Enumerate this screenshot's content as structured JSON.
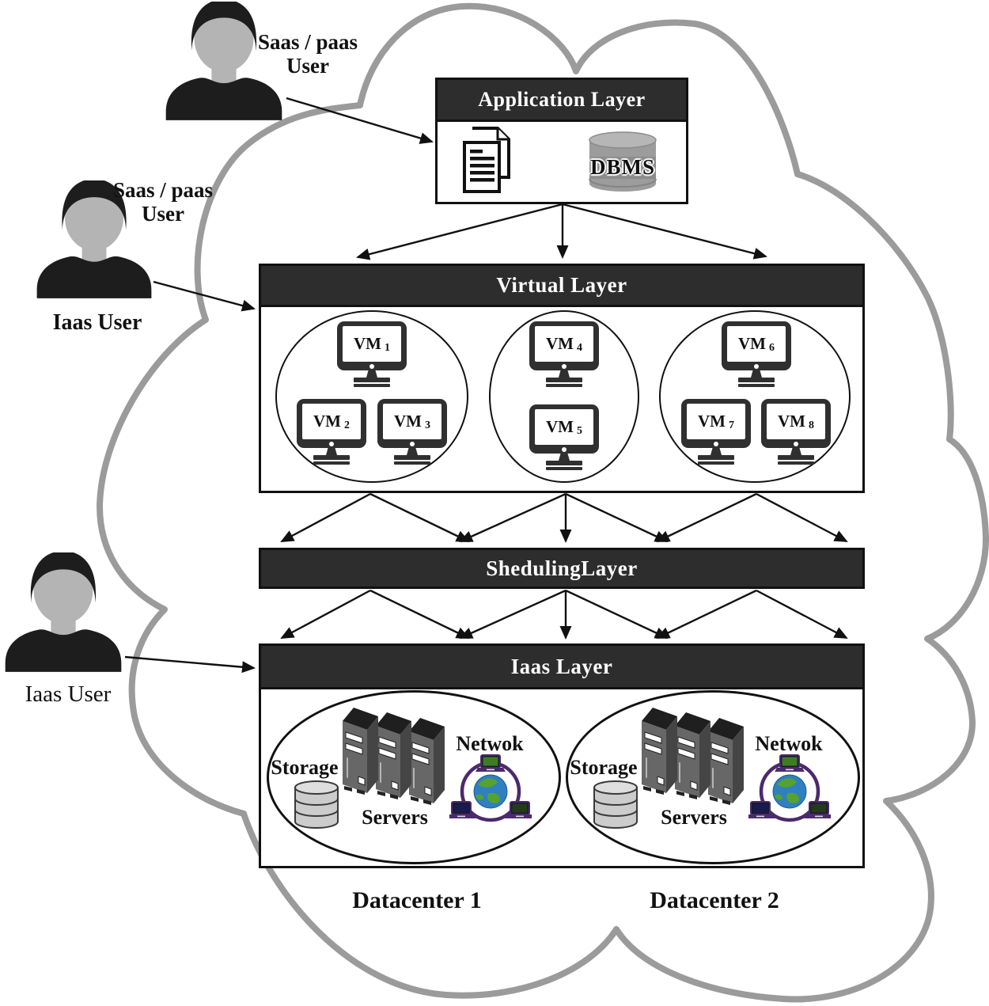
{
  "colors": {
    "header_bg": "#2d2d2d",
    "cloud_stroke": "#9b9b9b",
    "arrow": "#111111",
    "person_dark": "#1d1d1d",
    "person_skin": "#b4b4b4",
    "monitor_dark": "#303030",
    "storage_fill": "#cccccc",
    "dbms_fill": "#9c9c9c",
    "globe_blue": "#2f7fc1",
    "globe_green": "#55a32e",
    "ring_purple": "#4b2a6b"
  },
  "users": {
    "user1": {
      "line1": "Saas / paas",
      "line2": "User"
    },
    "user2": {
      "line1": "Saas / paas",
      "line2": "User",
      "bottom_label": "Iaas User"
    },
    "user3": {
      "label": "Iaas User"
    }
  },
  "layers": {
    "application": {
      "title": "Application Layer",
      "dbms_label": "DBMS"
    },
    "virtual": {
      "title": "Virtual Layer",
      "vms": [
        {
          "name": "VM",
          "sub": "1"
        },
        {
          "name": "VM",
          "sub": "2"
        },
        {
          "name": "VM",
          "sub": "3"
        },
        {
          "name": "VM",
          "sub": "4"
        },
        {
          "name": "VM",
          "sub": "5"
        },
        {
          "name": "VM",
          "sub": "6"
        },
        {
          "name": "VM",
          "sub": "7"
        },
        {
          "name": "VM",
          "sub": "8"
        }
      ]
    },
    "scheduling": {
      "title": "ShedulingLayer"
    },
    "iaas": {
      "title": "Iaas Layer",
      "datacenters": [
        {
          "name": "Datacenter 1",
          "storage_label": "Storage",
          "servers_label": "Servers",
          "network_label": "Netwok"
        },
        {
          "name": "Datacenter 2",
          "storage_label": "Storage",
          "servers_label": "Servers",
          "network_label": "Netwok"
        }
      ]
    }
  }
}
